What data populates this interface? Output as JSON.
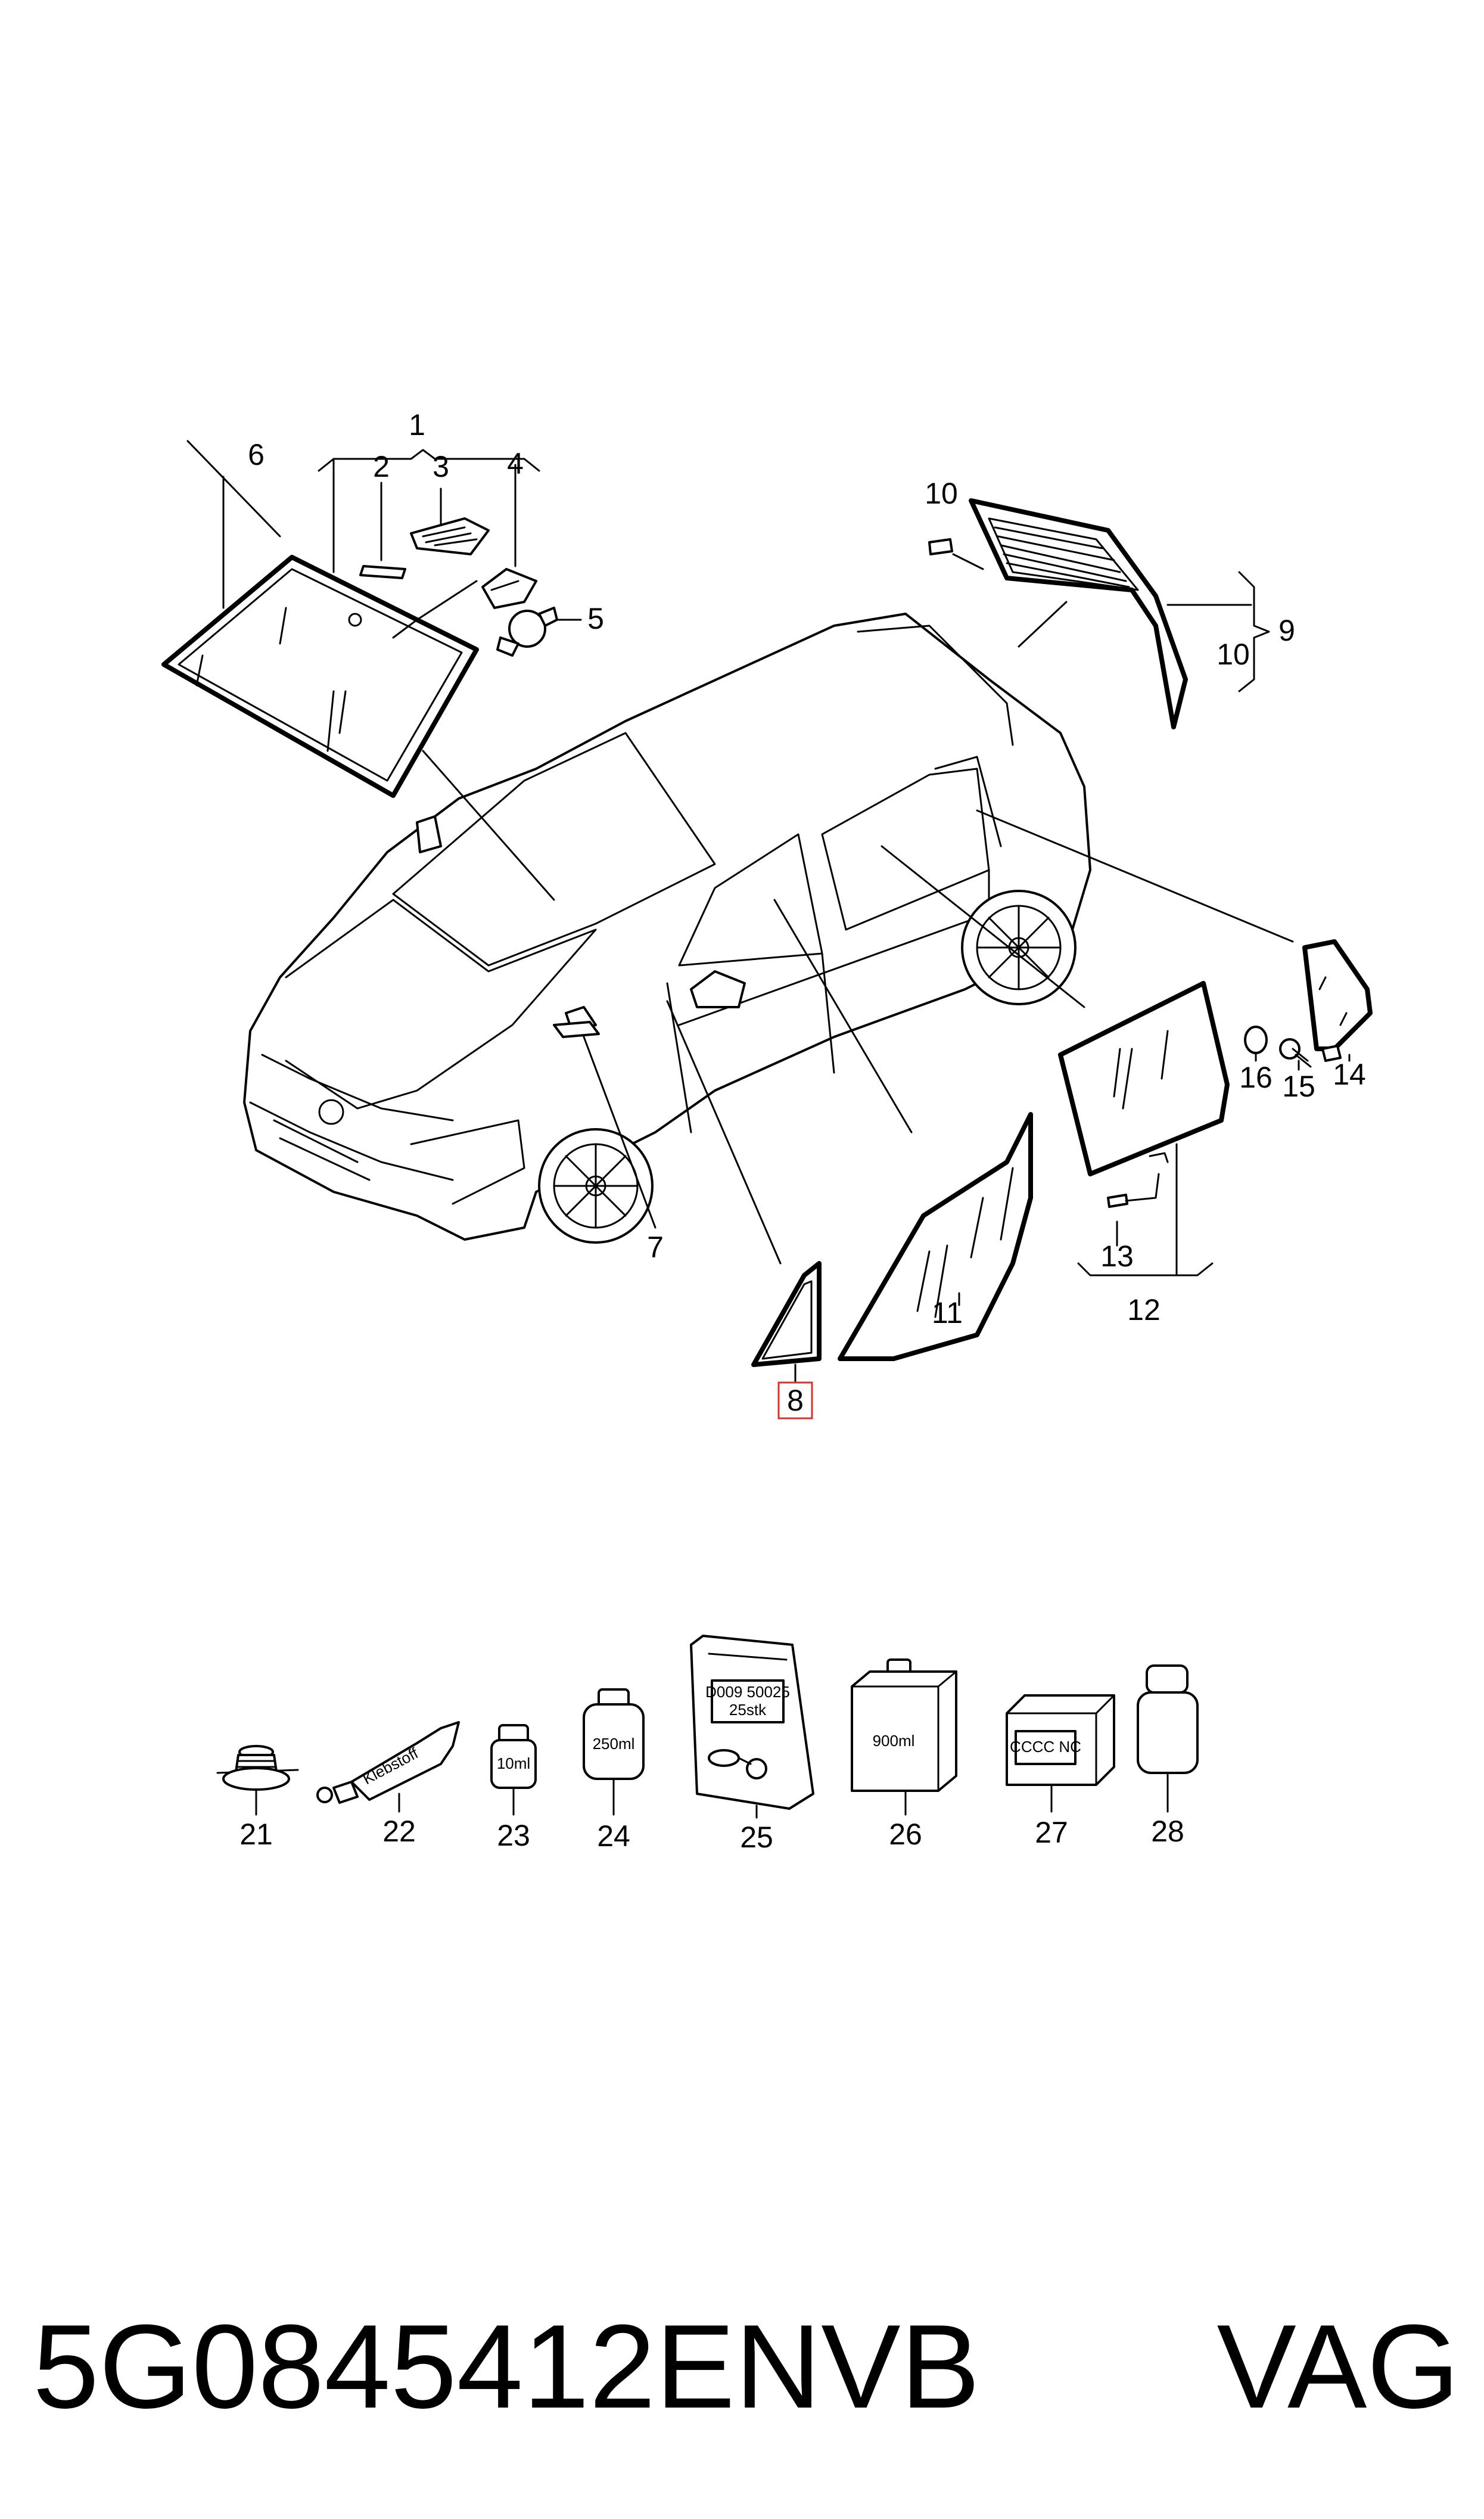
{
  "callouts": {
    "c1": "1",
    "c2": "2",
    "c3": "3",
    "c4": "4",
    "c5": "5",
    "c6": "6",
    "c7": "7",
    "c8": "8",
    "c9": "9",
    "c10a": "10",
    "c10b": "10",
    "c11": "11",
    "c12": "12",
    "c13": "13",
    "c14": "14",
    "c15": "15",
    "c16": "16",
    "c21": "21",
    "c22": "22",
    "c23": "23",
    "c24": "24",
    "c25": "25",
    "c26": "26",
    "c27": "27",
    "c28": "28"
  },
  "highlighted_callout": "8",
  "accent_color": "#e0302a",
  "labels": {
    "tube": "Klebstoff",
    "bottle_10": "10ml",
    "can_250": "250ml",
    "bag_code": "D009 50025",
    "bag_qty": "25stk",
    "box_900": "900ml",
    "box_27": "CCCC NC"
  },
  "footer": {
    "part_number": "5G0845412ENVB",
    "brand": "VAG"
  }
}
